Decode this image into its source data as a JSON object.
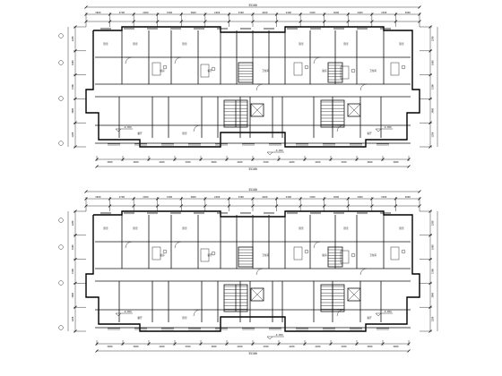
{
  "drawing": {
    "title": "",
    "plans": [
      {
        "id": "plan-upper",
        "top_dims": [
          "3900",
          "2700",
          "2400",
          "3300",
          "3600",
          "2400",
          "3300",
          "4200",
          "2400",
          "3300",
          "3600",
          "2400",
          "3300",
          "3000"
        ],
        "top_total": "35100",
        "bottom_dims": [
          "3900",
          "3600",
          "2400",
          "3300",
          "3600",
          "2400",
          "3300",
          "4200",
          "2400",
          "3300",
          "3600",
          "3900"
        ],
        "bottom_total": "35100",
        "left_dims": [
          "1200",
          "3600",
          "1500",
          "3900",
          "1200"
        ],
        "right_dims": [
          "1200",
          "3600",
          "1500",
          "3900",
          "1200"
        ],
        "elevations": [
          "-0.050",
          "-0.050",
          "-0.050"
        ],
        "room_labels": [
          "卧室",
          "卧室",
          "卧室",
          "客厅",
          "餐厅",
          "厨房",
          "卫生间",
          "卧室",
          "卧室",
          "客厅",
          "厨房",
          "卫生间",
          "卧室",
          "卧室"
        ]
      },
      {
        "id": "plan-lower",
        "top_dims": [
          "3900",
          "2700",
          "2400",
          "3300",
          "3600",
          "2400",
          "3300",
          "4200",
          "2400",
          "3300",
          "3600",
          "2400",
          "3300",
          "3000"
        ],
        "top_total": "35100",
        "bottom_dims": [
          "3900",
          "3600",
          "2400",
          "3300",
          "3600",
          "2400",
          "3300",
          "4200",
          "2400",
          "3300",
          "3600",
          "3900"
        ],
        "bottom_total": "35100",
        "left_dims": [
          "1200",
          "3600",
          "1500",
          "3900",
          "1200"
        ],
        "right_dims": [
          "1200",
          "3600",
          "1500",
          "3900",
          "1200"
        ],
        "elevations": [
          "-0.050",
          "-0.050",
          "-0.050"
        ],
        "room_labels": [
          "卧室",
          "卧室",
          "卧室",
          "客厅",
          "餐厅",
          "厨房",
          "卫生间",
          "卧室",
          "卧室",
          "客厅",
          "厨房",
          "卫生间",
          "卧室",
          "卧室"
        ]
      }
    ]
  }
}
